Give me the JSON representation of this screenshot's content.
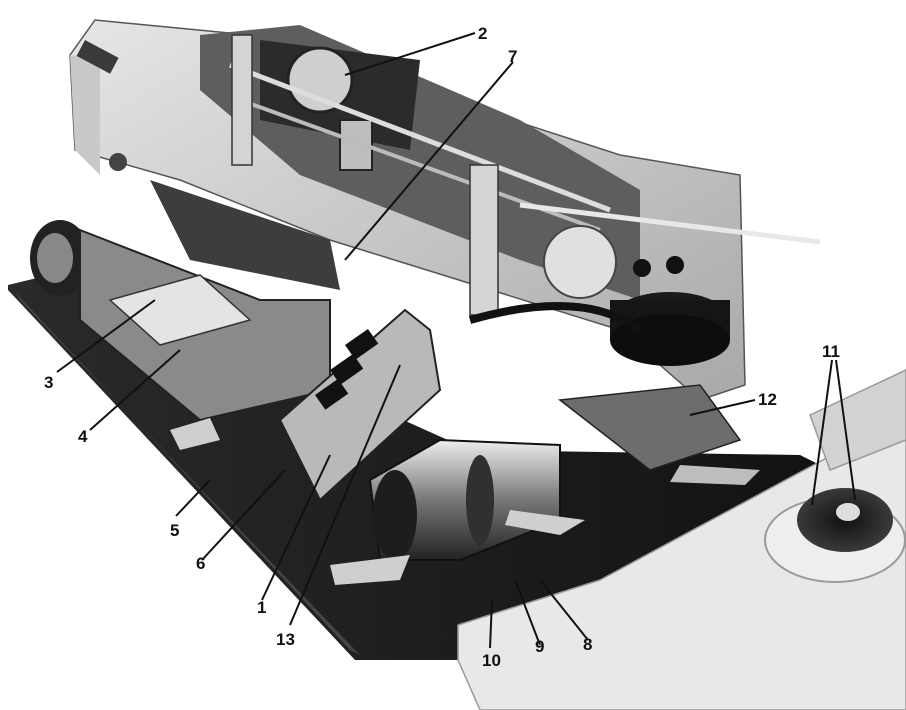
{
  "figure": {
    "callouts": [
      "1",
      "2",
      "3",
      "4",
      "5",
      "6",
      "7",
      "8",
      "9",
      "10",
      "11",
      "12",
      "13"
    ]
  },
  "colors": {
    "ink": "#111111",
    "shadow": "#1c1c1c",
    "casing_light": "#d8d8d8",
    "casing_mid": "#9a9a9a",
    "paper": "#ffffff"
  }
}
